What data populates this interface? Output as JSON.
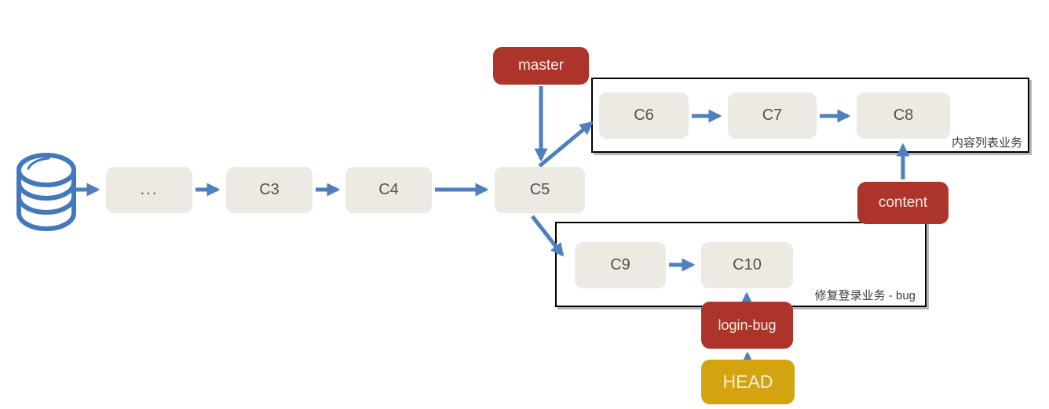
{
  "diagram": {
    "title": "git branch commit diagram",
    "nodes": {
      "dots": "...",
      "c3": "C3",
      "c4": "C4",
      "c5": "C5",
      "c6": "C6",
      "c7": "C7",
      "c8": "C8",
      "c9": "C9",
      "c10": "C10"
    },
    "branches": {
      "master": "master",
      "content": "content",
      "login_bug": "login-bug",
      "head": "HEAD"
    },
    "groups": {
      "content_list_label": "内容列表业务",
      "login_fix_label": "修复登录业务 - bug"
    },
    "edges": [
      {
        "from": "database",
        "to": "dots"
      },
      {
        "from": "dots",
        "to": "c3"
      },
      {
        "from": "c3",
        "to": "c4"
      },
      {
        "from": "c4",
        "to": "c5"
      },
      {
        "from": "master",
        "to": "c5"
      },
      {
        "from": "c5",
        "to": "c6"
      },
      {
        "from": "c6",
        "to": "c7"
      },
      {
        "from": "c7",
        "to": "c8"
      },
      {
        "from": "content",
        "to": "c8"
      },
      {
        "from": "c5",
        "to": "c9"
      },
      {
        "from": "c9",
        "to": "c10"
      },
      {
        "from": "login_bug",
        "to": "c10"
      },
      {
        "from": "head",
        "to": "login_bug"
      }
    ],
    "colors": {
      "commit_fill": "#edeae3",
      "commit_text": "#56524b",
      "branch_fill": "#ad342b",
      "branch_text": "#f4ece1",
      "head_fill": "#d3a410",
      "head_text": "#f5eed8",
      "arrow": "#4e7fbf",
      "db_blue": "#4478bd",
      "group_border": "#000000",
      "group_label": "#3c3c3c"
    }
  }
}
